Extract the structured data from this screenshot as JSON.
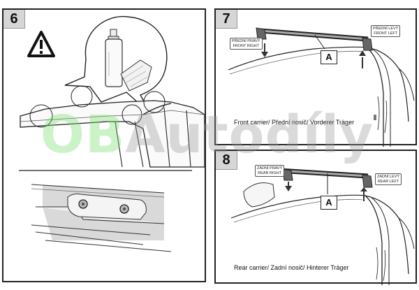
{
  "panels": {
    "p6": {
      "number": "6"
    },
    "p7": {
      "number": "7",
      "caption": "Front carrier/ Přední nosič/ Vorderer Träger",
      "tag_right": [
        "PŘEDNÍ PRAVÝ",
        "FRONT RIGHT"
      ],
      "tag_left": [
        "PŘEDNÍ LEVÝ",
        "FRONT LEFT"
      ],
      "part_label": "A"
    },
    "p8": {
      "number": "8",
      "caption": "Rear carrier/ Zadní nosič/ Hinterer Träger",
      "tag_right": [
        "ZADNÍ PRAVÝ",
        "REAR RIGHT"
      ],
      "tag_left": [
        "ZADNÍ LEVÝ",
        "REAR LEFT"
      ],
      "part_label": "A"
    }
  },
  "watermark": {
    "part1": "OB",
    "part2": "Autodíly"
  }
}
